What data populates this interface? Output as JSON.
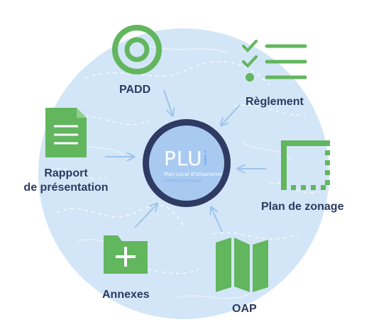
{
  "center": {
    "title_main": "PLU",
    "title_accent": "i",
    "subtitle_line1": "Plan Local d'Urbanisme",
    "subtitle_line2": "intercommunal"
  },
  "nodes": {
    "padd": "PADD",
    "reglement": "Règlement",
    "rapport_line1": "Rapport",
    "rapport_line2": "de présentation",
    "zonage": "Plan de zonage",
    "annexes": "Annexes",
    "oap": "OAP"
  },
  "colors": {
    "green": "#62b65e",
    "navy": "#2f3b63",
    "disc": "#d3e6f7",
    "arrow": "#9ec4ea",
    "hub_fill": "#a9caf0"
  }
}
